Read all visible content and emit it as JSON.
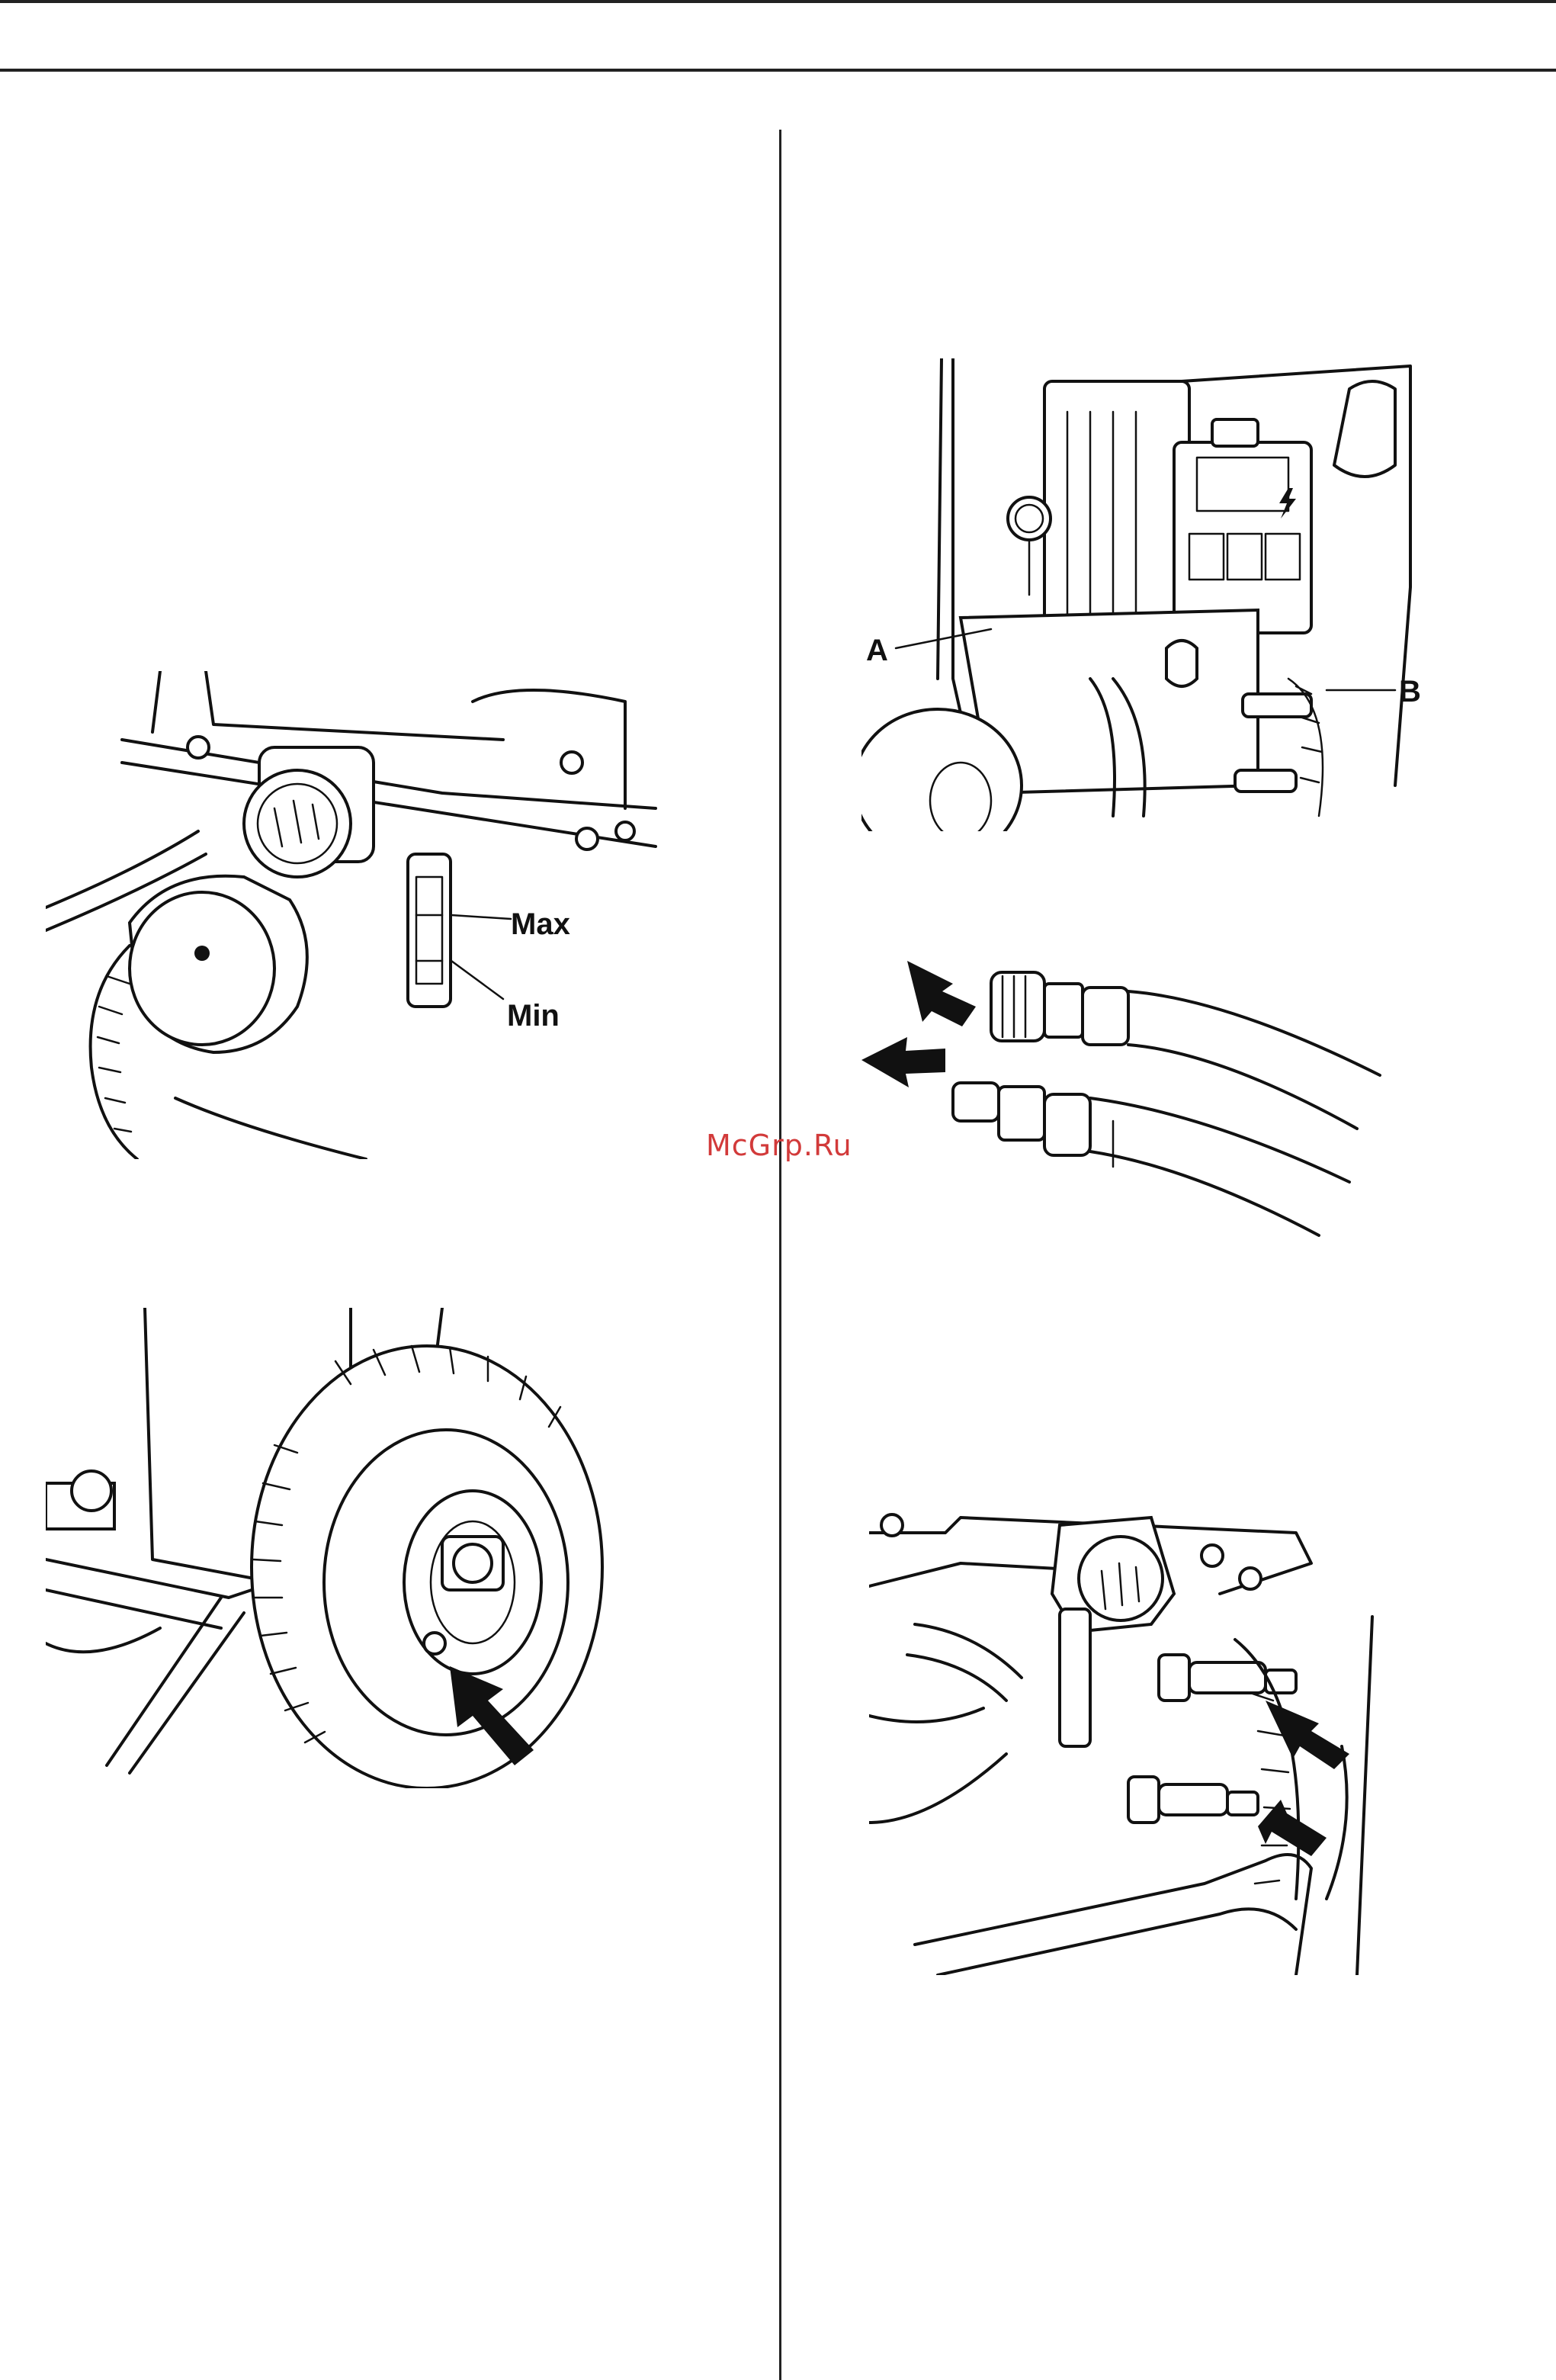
{
  "figures": {
    "oil_level": {
      "label_max": "Max",
      "label_min": "Min"
    },
    "hydraulic_unit": {
      "label_a": "A",
      "label_b": "B"
    }
  },
  "watermark": {
    "text": "McGrp.Ru"
  }
}
